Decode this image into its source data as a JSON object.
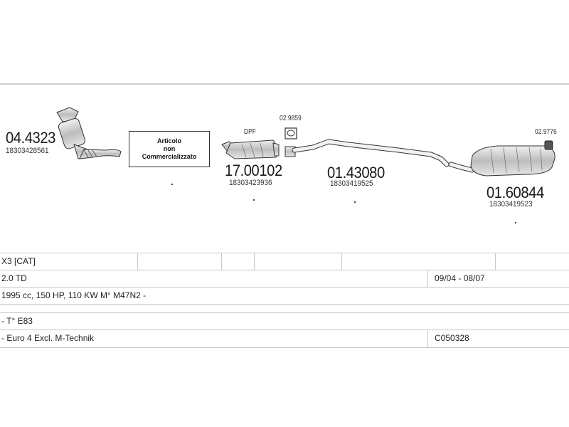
{
  "parts": [
    {
      "code": "04.4323",
      "ref": "18303428561",
      "kind": "catalytic-converter"
    },
    {
      "code": "17.00102",
      "ref": "18303423936",
      "kind": "dpf-filter",
      "label": "DPF"
    },
    {
      "code": "01.43080",
      "ref": "18303419525",
      "kind": "middle-pipe"
    },
    {
      "code": "01.60844",
      "ref": "18303419523",
      "kind": "rear-silencer"
    }
  ],
  "small_parts": [
    {
      "code": "02.9859",
      "kind": "gasket"
    },
    {
      "code": "02.9776",
      "kind": "rubber-mount"
    }
  ],
  "not_sold": {
    "line1": "Articolo",
    "line2": "non",
    "line3": "Commercializzato"
  },
  "table": {
    "model": "X3  [CAT]",
    "engine": "2.0 TD",
    "period": "09/04 - 08/07",
    "specs": "1995 cc, 150 HP, 110 KW M° M47N2 -",
    "type": "- T° E83",
    "notes": "- Euro 4  Excl. M-Technik",
    "catalog_code": "C050328"
  },
  "colors": {
    "line": "#c8c8c8",
    "part_fill": "#d9d9d9",
    "part_stroke": "#333333"
  }
}
